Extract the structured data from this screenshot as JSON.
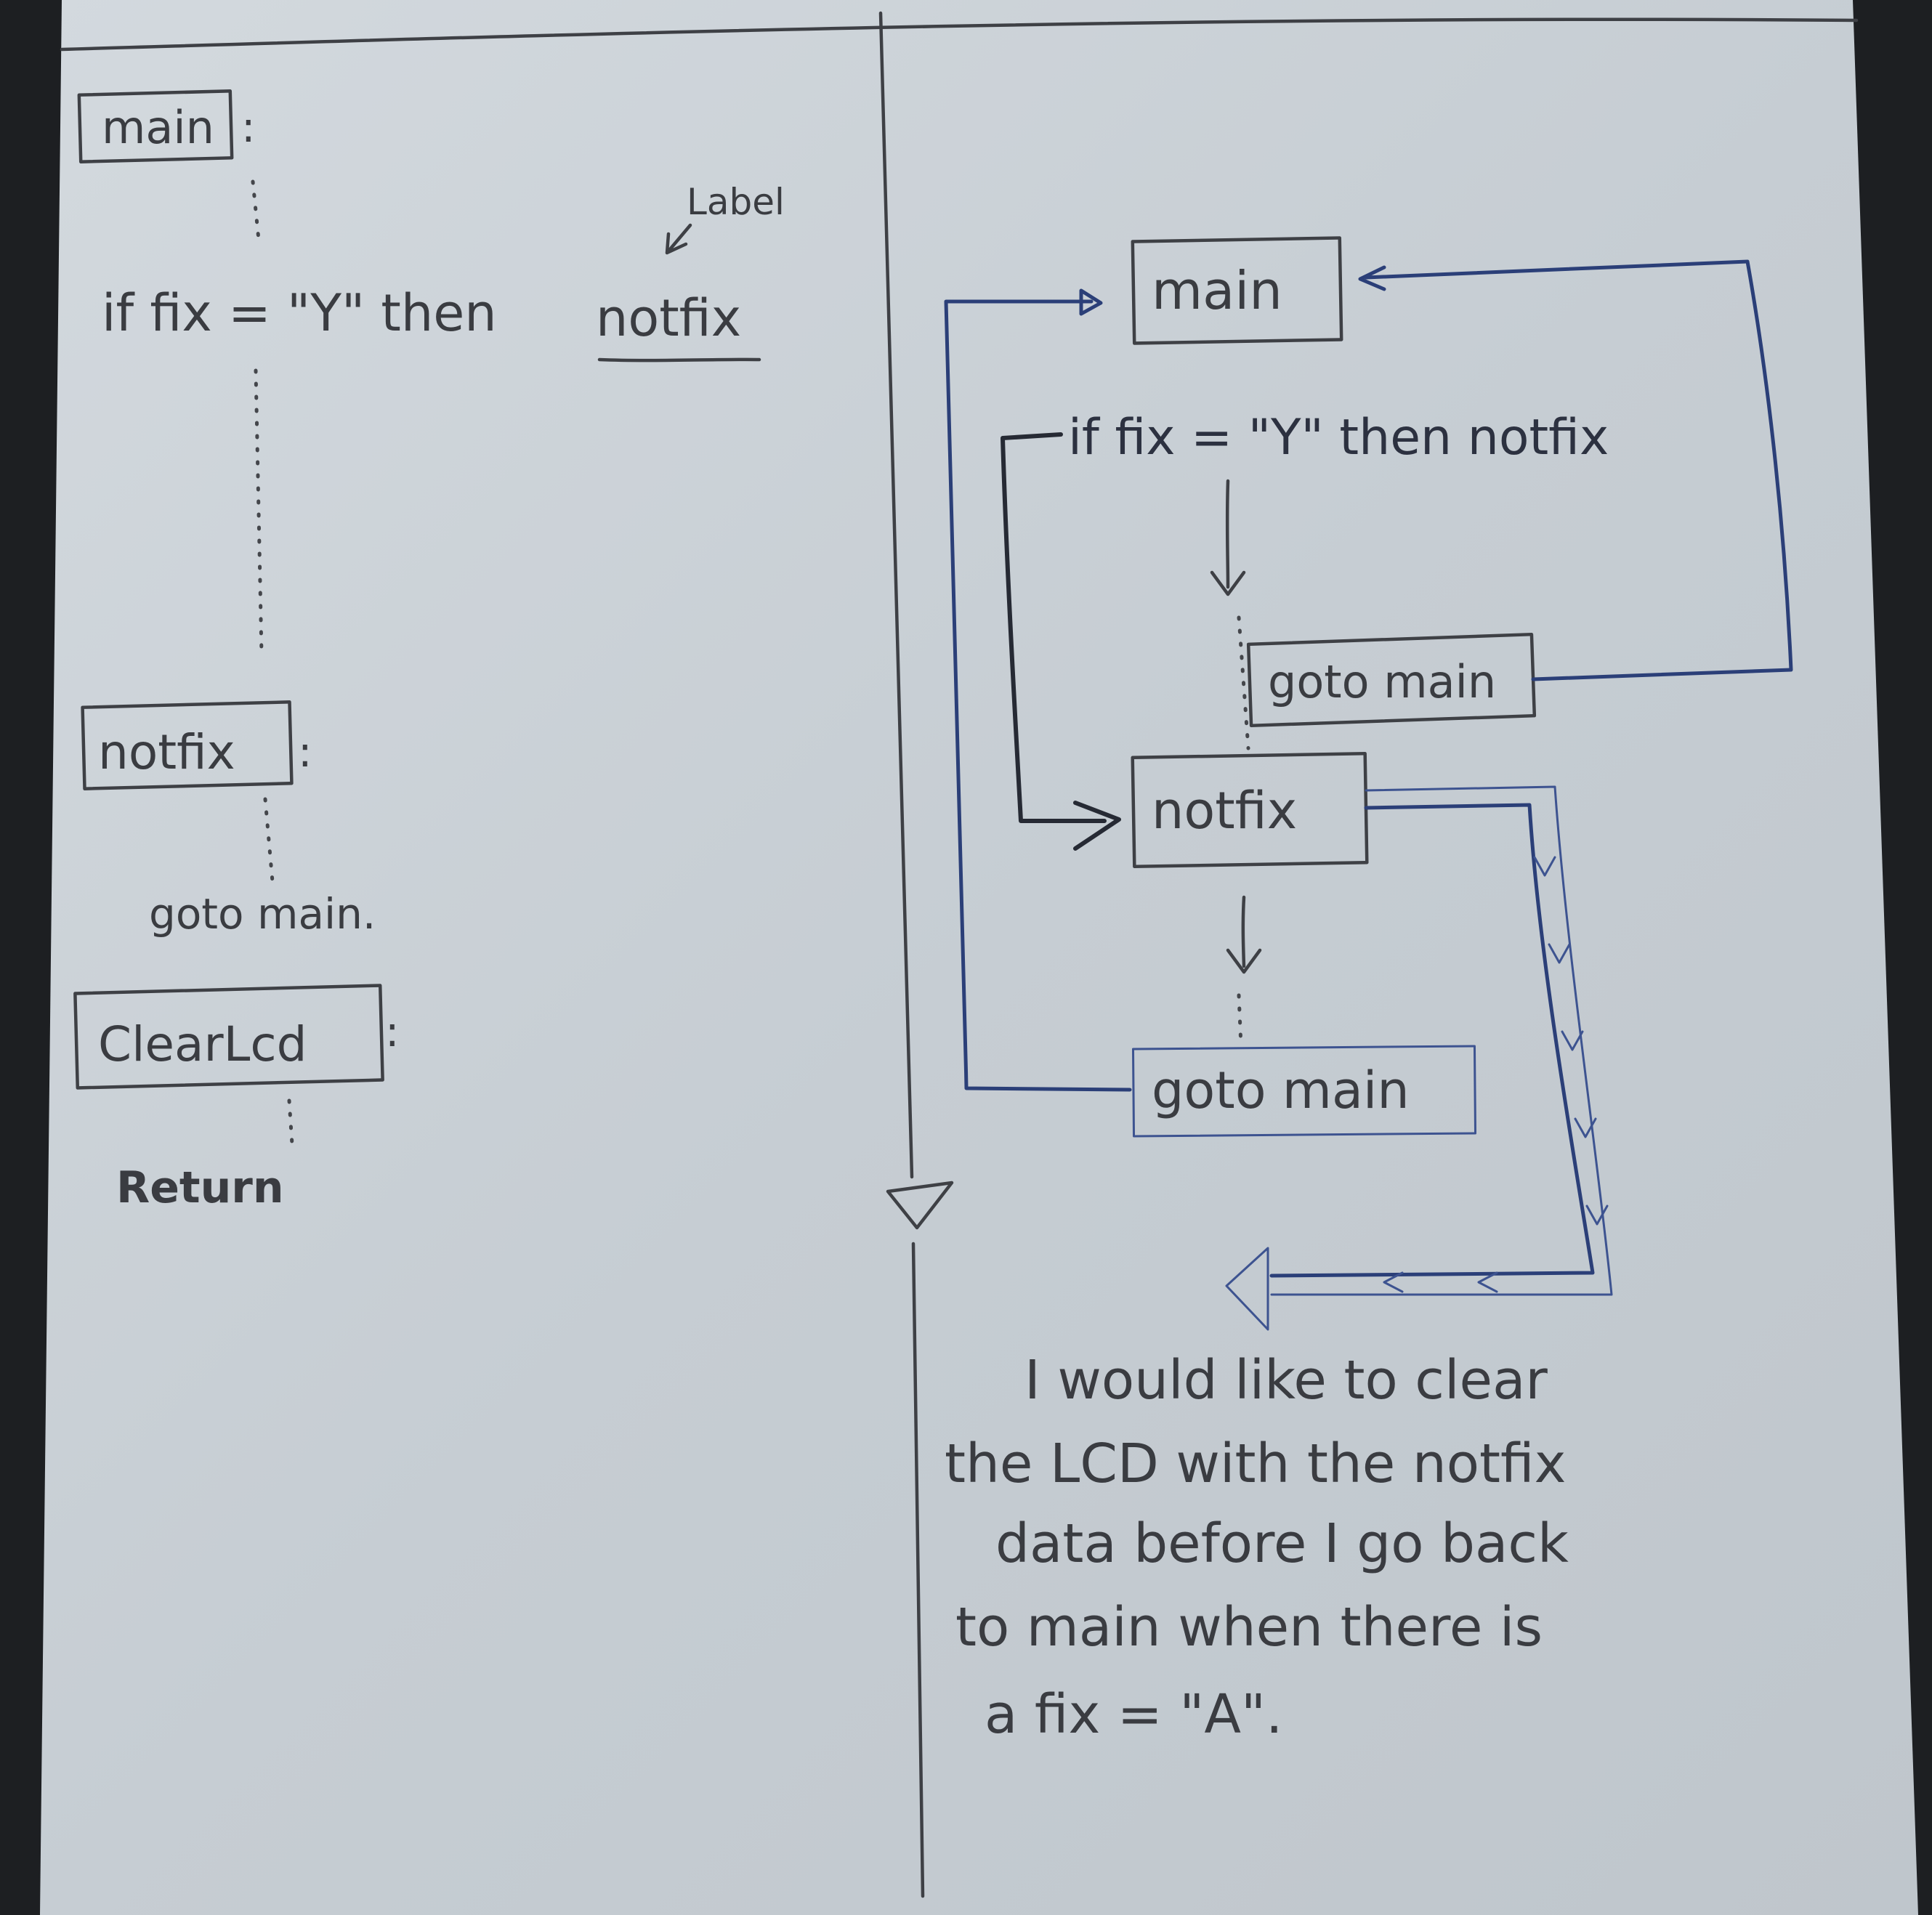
{
  "left_panel": {
    "main_label": "main",
    "main_colon": ":",
    "label_annotation": "Label",
    "if_prefix": "if fix = \"Y\" then",
    "if_target": "notfix",
    "notfix_label": "notfix",
    "notfix_colon": ":",
    "goto_main": "goto main.",
    "clearlcd_label": "ClearLcd",
    "clearlcd_colon": ":",
    "return_text": "Return"
  },
  "flow_diagram": {
    "main_box": "main",
    "if_statement": "if fix = \"Y\" then notfix",
    "goto_main_1": "goto main",
    "notfix_box": "notfix",
    "goto_main_2": "goto main"
  },
  "note": {
    "lines": [
      "I would like to clear",
      "the LCD with the notfix",
      "data before I go back",
      "to main when there is",
      "a fix = \"A\"."
    ]
  },
  "colors": {
    "paper": "#c9d0d6",
    "pencil": "#3e4045",
    "blue_pen": "#2b3f78",
    "dark_pen": "#262a34",
    "background": "#1d1f22"
  }
}
